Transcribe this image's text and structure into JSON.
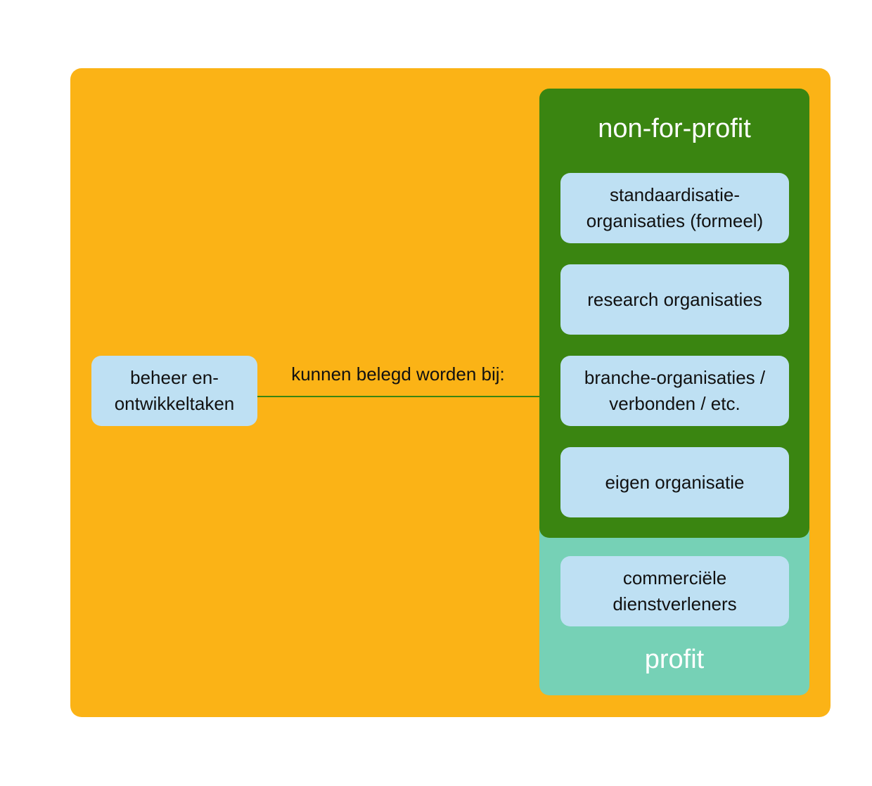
{
  "diagram": {
    "source": "beheer en-\nontwikkeltaken",
    "connector_label": "kunnen belegd worden bij:",
    "non_for_profit": {
      "title": "non-for-profit",
      "items": [
        "standaardisatie-\norganisaties (formeel)",
        "research organisaties",
        "branche-organisaties /\nverbonden / etc.",
        "eigen organisatie"
      ]
    },
    "profit": {
      "title": "profit",
      "items": [
        "commerciële\ndienstverleners"
      ]
    }
  },
  "colors": {
    "outer_background": "#FBB316",
    "non_for_profit": "#3A8511",
    "profit": "#76D1B6",
    "box": "#BEE0F3",
    "connector": "#3A8511"
  }
}
